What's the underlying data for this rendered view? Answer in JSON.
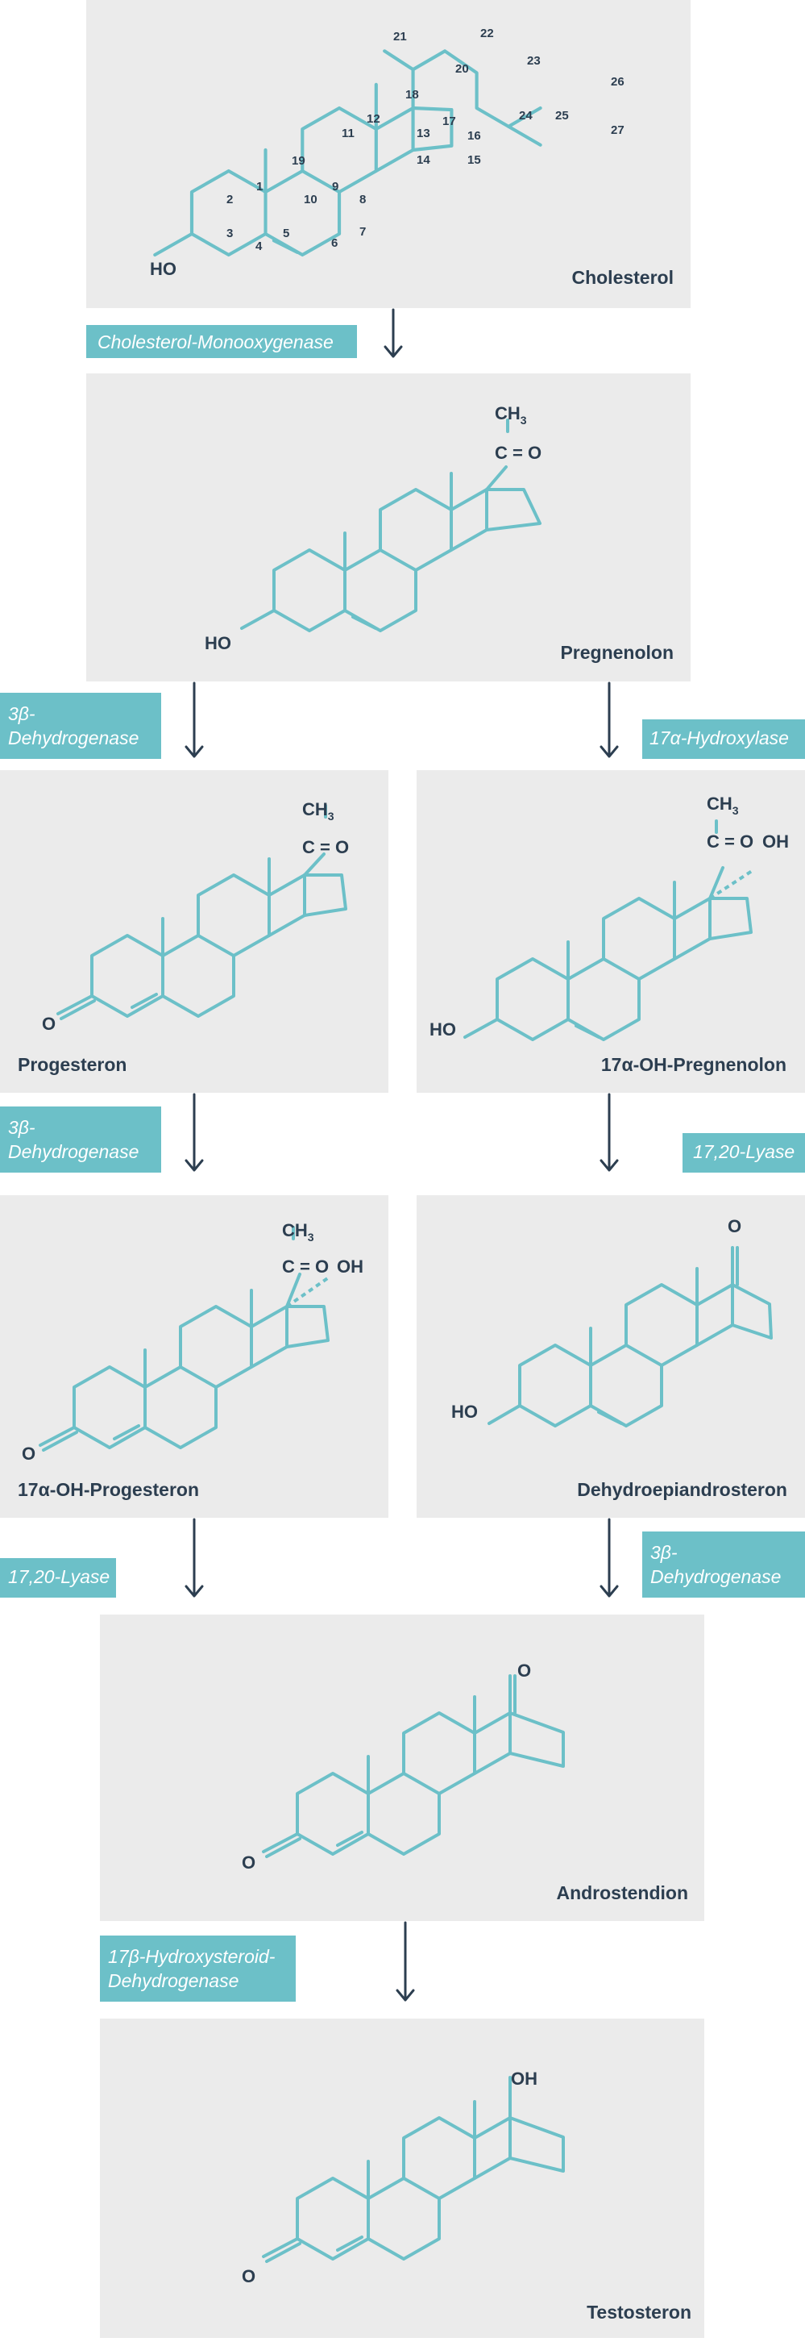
{
  "molecules": {
    "cholesterol": {
      "name": "Cholesterol",
      "ho": "HO",
      "numbers": {
        "n1": "1",
        "n2": "2",
        "n3": "3",
        "n4": "4",
        "n5": "5",
        "n6": "6",
        "n7": "7",
        "n8": "8",
        "n9": "9",
        "n10": "10",
        "n11": "11",
        "n12": "12",
        "n13": "13",
        "n14": "14",
        "n15": "15",
        "n16": "16",
        "n17": "17",
        "n18": "18",
        "n19": "19",
        "n20": "20",
        "n21": "21",
        "n22": "22",
        "n23": "23",
        "n24": "24",
        "n25": "25",
        "n26": "26",
        "n27": "27"
      }
    },
    "pregnenolon": {
      "name": "Pregnenolon",
      "ho": "HO",
      "ch": "CH",
      "ch_sub": "3",
      "co": "C = O"
    },
    "progesteron": {
      "name": "Progesteron",
      "o": "O",
      "ch": "CH",
      "ch_sub": "3",
      "co": "C = O"
    },
    "oh_pregnenolon": {
      "name": "17α-OH-Pregnenolon",
      "ho": "HO",
      "ch": "CH",
      "ch_sub": "3",
      "co": "C = O",
      "oh": "OH"
    },
    "oh_progesteron": {
      "name": "17α-OH-Progesteron",
      "o": "O",
      "ch": "CH",
      "ch_sub": "3",
      "co": "C = O",
      "oh": "OH"
    },
    "dhea": {
      "name": "Dehydroepiandrosteron",
      "ho": "HO",
      "o": "O"
    },
    "androstendion": {
      "name": "Androstendion",
      "o1": "O",
      "o2": "O"
    },
    "testosteron": {
      "name": "Testosteron",
      "o": "O",
      "oh": "OH"
    }
  },
  "enzymes": {
    "monooxygenase": "Cholesterol-Monooxygenase",
    "dehydrogenase_1_line1": "3β-",
    "dehydrogenase_1_line2": "Dehydrogenase",
    "hydroxylase": "17α-Hydroxylase",
    "dehydrogenase_2_line1": "3β-",
    "dehydrogenase_2_line2": "Dehydrogenase",
    "lyase_1": "17,20-Lyase",
    "lyase_2": "17,20-Lyase",
    "dehydrogenase_3_line1": "3β-",
    "dehydrogenase_3_line2": "Dehydrogenase",
    "hsd_line1": "17β-Hydroxysteroid-",
    "hsd_line2": "Dehydrogenase"
  },
  "colors": {
    "panel": "#ebebeb",
    "structure": "#6cc0c8",
    "enzyme_label": "#6cc0c8",
    "text": "#2c3e50"
  }
}
